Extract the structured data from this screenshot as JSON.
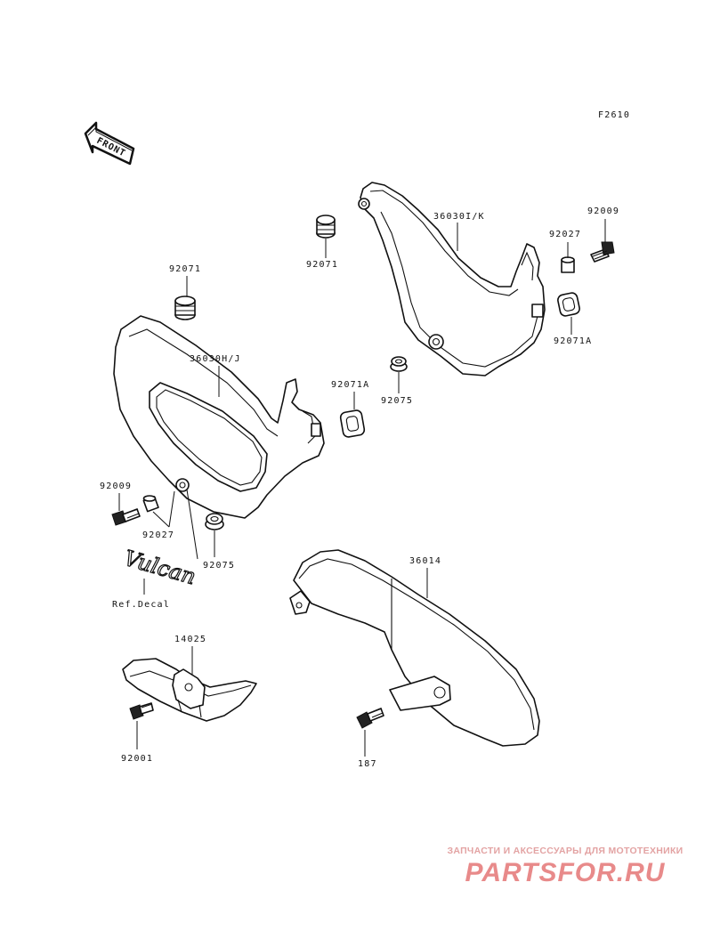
{
  "diagram_code": "F2610",
  "front_arrow_label": "FRONT",
  "decal_text": "Vulcan",
  "labels": {
    "p36030ik": "36030I/K",
    "p92009_right": "92009",
    "p92027_right": "92027",
    "p92071_top": "92071",
    "p92071_left": "92071",
    "p92071a_right": "92071A",
    "p36030hj": "36030H/J",
    "p92071a_mid": "92071A",
    "p92075_mid": "92075",
    "p92009_left": "92009",
    "p92027_left": "92027",
    "p92075_left": "92075",
    "ref_decal": "Ref.Decal",
    "p36014": "36014",
    "p14025": "14025",
    "p92001": "92001",
    "p187": "187"
  },
  "watermark": {
    "tagline": "ЗАПЧАСТИ И АКСЕССУАРЫ ДЛЯ МОТОТЕХНИКИ",
    "logo": "PARTSFOR.RU"
  },
  "colors": {
    "line": "#111111",
    "background": "#ffffff",
    "watermark": "#e88a8a"
  }
}
